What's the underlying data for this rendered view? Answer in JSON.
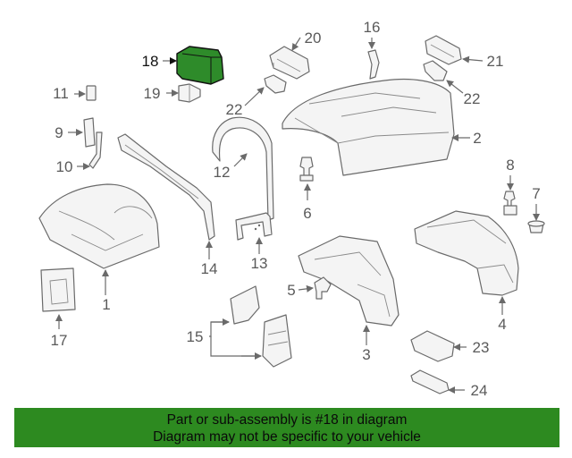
{
  "highlight_color": "#2d8a20",
  "labels": [
    "1",
    "2",
    "3",
    "4",
    "5",
    "6",
    "7",
    "8",
    "9",
    "10",
    "11",
    "12",
    "13",
    "14",
    "15",
    "16",
    "17",
    "18",
    "19",
    "20",
    "21",
    "22",
    "22",
    "23",
    "24"
  ],
  "banner": {
    "line1": "Part or sub-assembly is #18 in diagram",
    "line2": "Diagram may not be specific to your vehicle"
  }
}
